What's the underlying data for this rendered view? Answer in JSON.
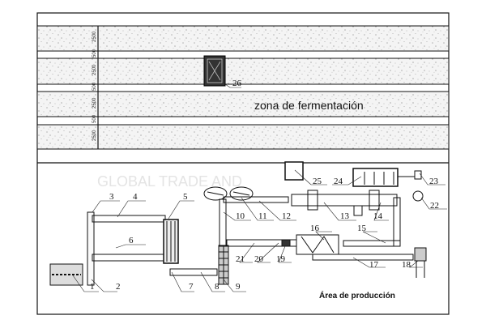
{
  "fermentation_zone": {
    "label": "zona de fermentación",
    "dimensions": [
      "2500",
      "500",
      "2500",
      "500",
      "2500",
      "500",
      "2500"
    ],
    "equipment_label": "26"
  },
  "production_area": {
    "label": "Área de producción",
    "equipment_labels": [
      {
        "id": "1"
      },
      {
        "id": "2"
      },
      {
        "id": "3"
      },
      {
        "id": "4"
      },
      {
        "id": "5"
      },
      {
        "id": "6"
      },
      {
        "id": "7"
      },
      {
        "id": "8"
      },
      {
        "id": "9"
      },
      {
        "id": "10"
      },
      {
        "id": "11"
      },
      {
        "id": "12"
      },
      {
        "id": "13"
      },
      {
        "id": "14"
      },
      {
        "id": "15"
      },
      {
        "id": "16"
      },
      {
        "id": "17"
      },
      {
        "id": "18"
      },
      {
        "id": "19"
      },
      {
        "id": "20"
      },
      {
        "id": "21"
      },
      {
        "id": "22"
      },
      {
        "id": "23"
      },
      {
        "id": "24"
      },
      {
        "id": "25"
      }
    ]
  },
  "watermark": "GLOBAL TRADE AND"
}
